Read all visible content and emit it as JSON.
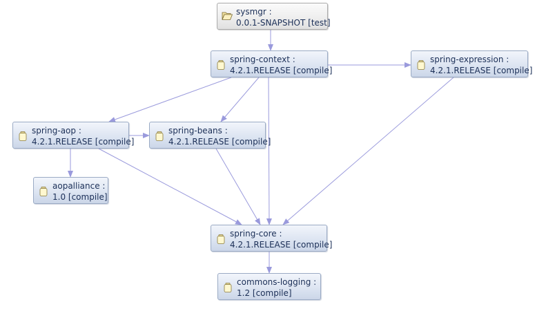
{
  "diagram": {
    "nodes": {
      "sysmgr": {
        "name": "sysmgr :",
        "version": "0.0.1-SNAPSHOT [test]"
      },
      "spring_context": {
        "name": "spring-context :",
        "version": "4.2.1.RELEASE [compile]"
      },
      "spring_expression": {
        "name": "spring-expression :",
        "version": "4.2.1.RELEASE [compile]"
      },
      "spring_aop": {
        "name": "spring-aop :",
        "version": "4.2.1.RELEASE [compile]"
      },
      "spring_beans": {
        "name": "spring-beans :",
        "version": "4.2.1.RELEASE [compile]"
      },
      "aopalliance": {
        "name": "aopalliance :",
        "version": "1.0 [compile]"
      },
      "spring_core": {
        "name": "spring-core :",
        "version": "4.2.1.RELEASE [compile]"
      },
      "commons_logging": {
        "name": "commons-logging :",
        "version": "1.2 [compile]"
      }
    },
    "edges": [
      {
        "from": "sysmgr",
        "to": "spring_context"
      },
      {
        "from": "spring_context",
        "to": "spring_expression"
      },
      {
        "from": "spring_context",
        "to": "spring_aop"
      },
      {
        "from": "spring_context",
        "to": "spring_beans"
      },
      {
        "from": "spring_context",
        "to": "spring_core"
      },
      {
        "from": "spring_expression",
        "to": "spring_core"
      },
      {
        "from": "spring_aop",
        "to": "spring_beans"
      },
      {
        "from": "spring_aop",
        "to": "aopalliance"
      },
      {
        "from": "spring_aop",
        "to": "spring_core"
      },
      {
        "from": "spring_beans",
        "to": "spring_core"
      },
      {
        "from": "spring_core",
        "to": "commons_logging"
      }
    ],
    "colors": {
      "edge": "#9a9adc",
      "node_text": "#1b2f57",
      "node_border": "#9aaac4"
    },
    "icons": {
      "root": "folder-open-icon",
      "dependency": "jar-icon"
    }
  }
}
